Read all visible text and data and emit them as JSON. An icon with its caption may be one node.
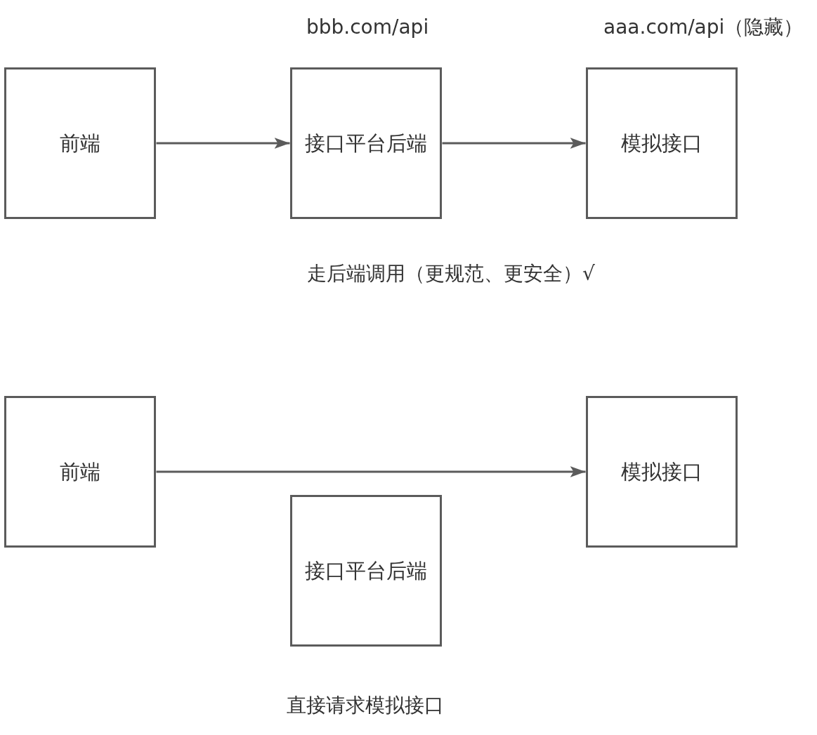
{
  "diagram": {
    "nodes": [
      {
        "text": [
          "前端"
        ]
      },
      {
        "text": [
          "接口平台后端"
        ],
        "beside": [
          "bbb.com/api"
        ]
      },
      {
        "text": [
          "模拟接口"
        ],
        "beside": [
          "aaa.com/api（隐藏）"
        ]
      },
      {
        "text": [
          "前端"
        ]
      },
      {
        "text": [
          "接口平台后端"
        ]
      },
      {
        "text": [
          "模拟接口"
        ]
      }
    ],
    "edges": [
      {
        "from": 0,
        "to": 1,
        "arrow": "to"
      },
      {
        "from": 1,
        "to": 2,
        "arrow": "to"
      },
      {
        "from": 3,
        "to": 5,
        "arrow": "to"
      }
    ],
    "labels": [
      "走后端调用（更规范、更安全）√",
      "直接请求模拟接口"
    ]
  }
}
